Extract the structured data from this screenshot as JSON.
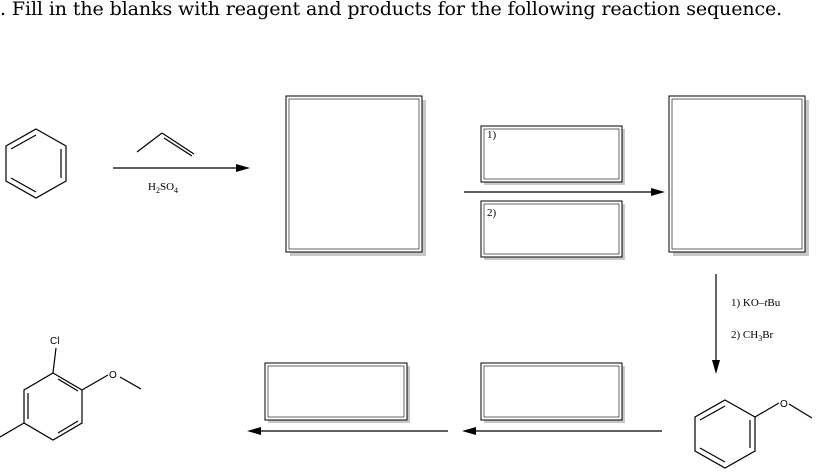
{
  "question": {
    "text": ". Fill in the blanks with reagent and products for the following reaction sequence."
  },
  "step1": {
    "reagent": "H2SO4",
    "reagent_main": "H",
    "reagent_sub1": "2",
    "reagent_mid": "SO",
    "reagent_sub2": "4"
  },
  "step2": {
    "box1_label": "1)",
    "box2_label": "2)"
  },
  "step3": {
    "line1_prefix": "1) KO–",
    "line1_italic": "t",
    "line1_suffix": "Bu",
    "line2_prefix": "2) CH",
    "line2_sub": "3",
    "line2_suffix": "Br"
  },
  "atoms": {
    "oxygen_anisole": "O",
    "oxygen_target": "O",
    "chlorine": "Cl"
  },
  "answer_boxes": {
    "product1": "",
    "reagent_step2_1": "",
    "reagent_step2_2": "",
    "product2": "",
    "reagent_step4": "",
    "reagent_step5": ""
  }
}
